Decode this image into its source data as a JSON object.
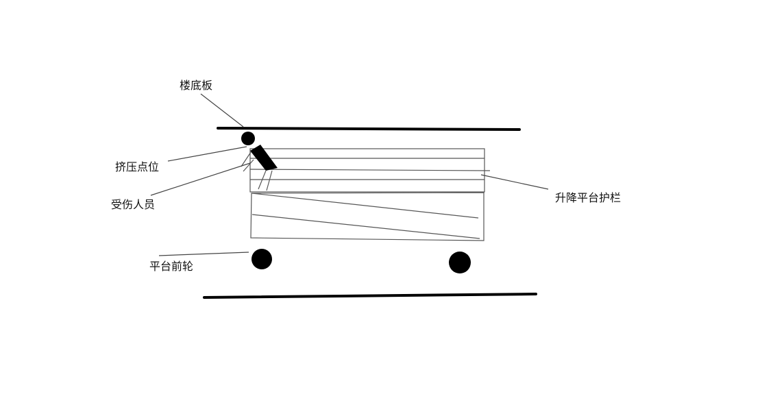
{
  "labels": {
    "floor_slab": "楼底板",
    "pinch_point": "挤压点位",
    "injured_person": "受伤人员",
    "platform_front_wheel": "平台前轮",
    "lift_platform_guardrail": "升降平台护栏"
  },
  "colors": {
    "ink": "#000000",
    "background": "#ffffff"
  }
}
